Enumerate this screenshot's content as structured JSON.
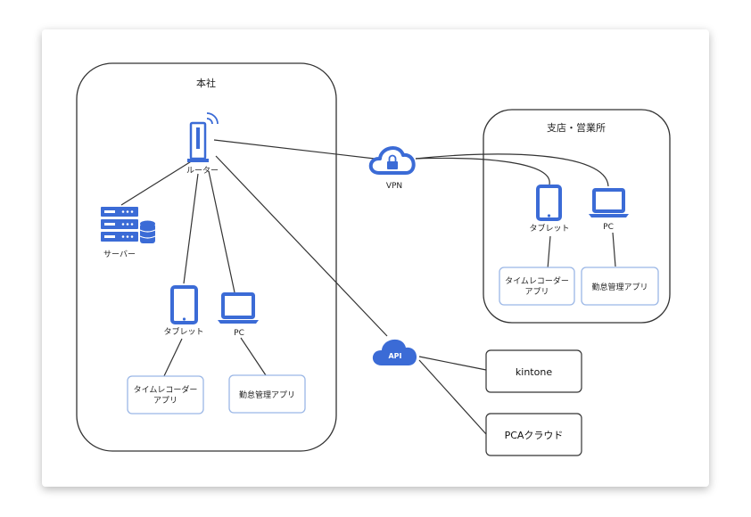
{
  "headquarters": {
    "title": "本社",
    "router_label": "ルーター",
    "server_label": "サーバー",
    "tablet_label": "タブレット",
    "pc_label": "PC",
    "time_recorder_line1": "タイムレコーダー",
    "time_recorder_line2": "アプリ",
    "attendance_app": "勤怠管理アプリ"
  },
  "branch": {
    "title": "支店・営業所",
    "tablet_label": "タブレット",
    "pc_label": "PC",
    "time_recorder_line1": "タイムレコーダー",
    "time_recorder_line2": "アプリ",
    "attendance_app": "勤怠管理アプリ"
  },
  "cloud": {
    "vpn_label": "VPN",
    "api_label": "API"
  },
  "external": {
    "kintone": "kintone",
    "pca_cloud": "PCAクラウド"
  },
  "colors": {
    "icon_blue": "#3b6bd6",
    "app_box_border": "#9bb7e6",
    "frame": "#333333"
  }
}
